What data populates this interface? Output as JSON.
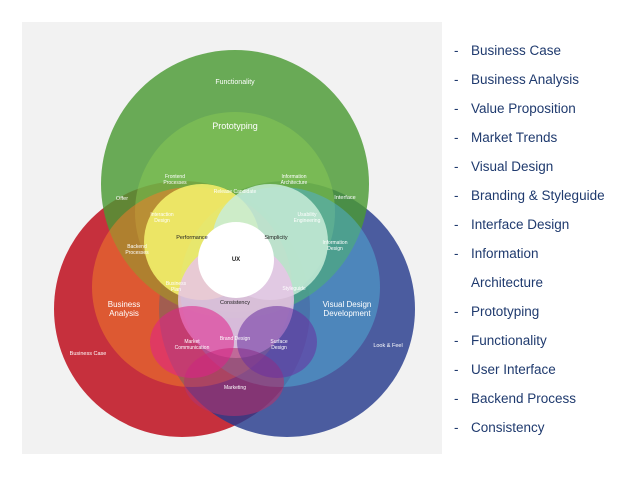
{
  "diagram": {
    "circles": {
      "functionality": "Functionality",
      "prototyping": "Prototyping",
      "business_analysis": "Business\nAnalysis",
      "visual_design": "Visual Design\nDevelopment",
      "business_case": "Business Case",
      "look_feel": "Look & Feel",
      "ux": "UX"
    },
    "regions": {
      "offer": "Offer",
      "frontend_processes": "Frontend\nProcesses",
      "release_candidate": "Release Candidate",
      "information_architecture": "Information\nArchitecture",
      "interface": "Interface",
      "interaction_design": "Interaction\nDesign",
      "usability_engineering": "Usability\nEngineering",
      "backend_processes": "Backend\nProcesses",
      "performance": "Performance",
      "simplicity": "Simplicity",
      "information_design": "Information\nDesign",
      "business_plan": "Business\nPlan",
      "consistency": "Consistency",
      "styleguide": "Styleguide",
      "brand_design": "Brand Design",
      "market_communication": "Market\nCommunication",
      "surface_design": "Surface\nDesign",
      "marketing": "Marketing"
    },
    "colors": {
      "green": "#4a9a33",
      "red": "#c2202e",
      "blue": "#263a8c",
      "panel": "#f2f2f2"
    }
  },
  "list": {
    "dash": "-",
    "items": [
      "Business Case",
      "Business Analysis",
      "Value Proposition",
      "Market Trends",
      "Visual Design",
      "Branding & Styleguide",
      "Interface Design",
      "Information",
      "Architecture",
      "Prototyping",
      "Functionality",
      "User Interface",
      "Backend Process",
      "Consistency"
    ]
  }
}
